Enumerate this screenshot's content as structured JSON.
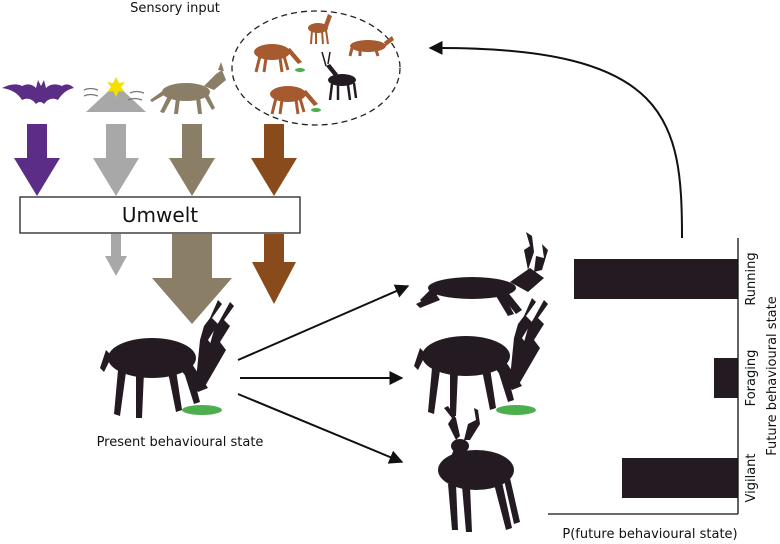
{
  "labels": {
    "sensory_input": "Sensory input",
    "umwelt": "Umwelt",
    "present_state": "Present behavioural state",
    "x_axis": "P(future behavioural state)",
    "y_axis": "Future behavioural state"
  },
  "colors": {
    "predator": "#5b2d86",
    "weather": "#a8a8a8",
    "dog": "#8b7e67",
    "herd": "#8a4b1c",
    "blackbuck": "#241a22",
    "grass": "#4cae4c",
    "sun": "#f3e000"
  },
  "icons": {
    "stimuli": [
      "bat-icon",
      "weather-icon",
      "wild-dog-icon",
      "herd-icon"
    ]
  },
  "chart_data": {
    "type": "bar",
    "orientation": "horizontal",
    "categories": [
      "Running",
      "Foraging",
      "Vigilant"
    ],
    "values": [
      0.82,
      0.12,
      0.58
    ],
    "xlabel": "P(future behavioural state)",
    "ylabel": "Future behavioural state"
  }
}
